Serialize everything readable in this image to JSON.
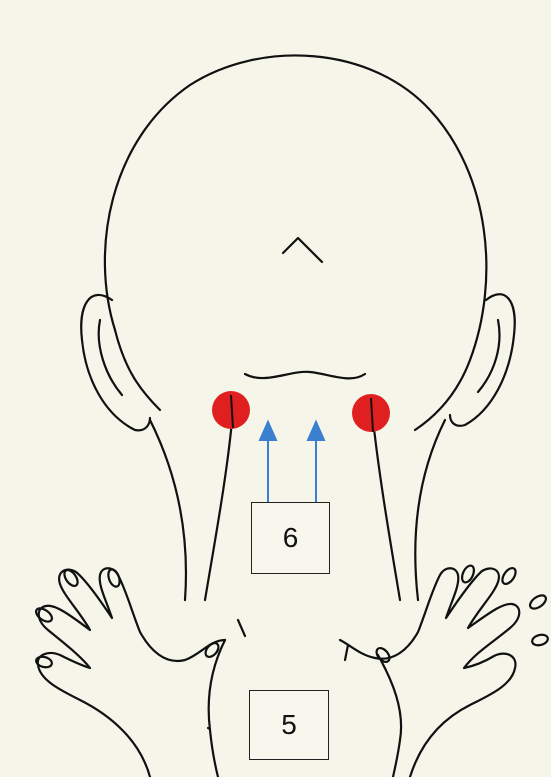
{
  "labels": {
    "upper": "6",
    "lower": "5"
  },
  "colors": {
    "background": "#f5f5ea",
    "outline": "#111111",
    "marker": "#e02020",
    "arrow": "#3b7fd0"
  },
  "markers": [
    "red-dot-left",
    "red-dot-right"
  ],
  "arrows": [
    "arrow-left",
    "arrow-right"
  ]
}
